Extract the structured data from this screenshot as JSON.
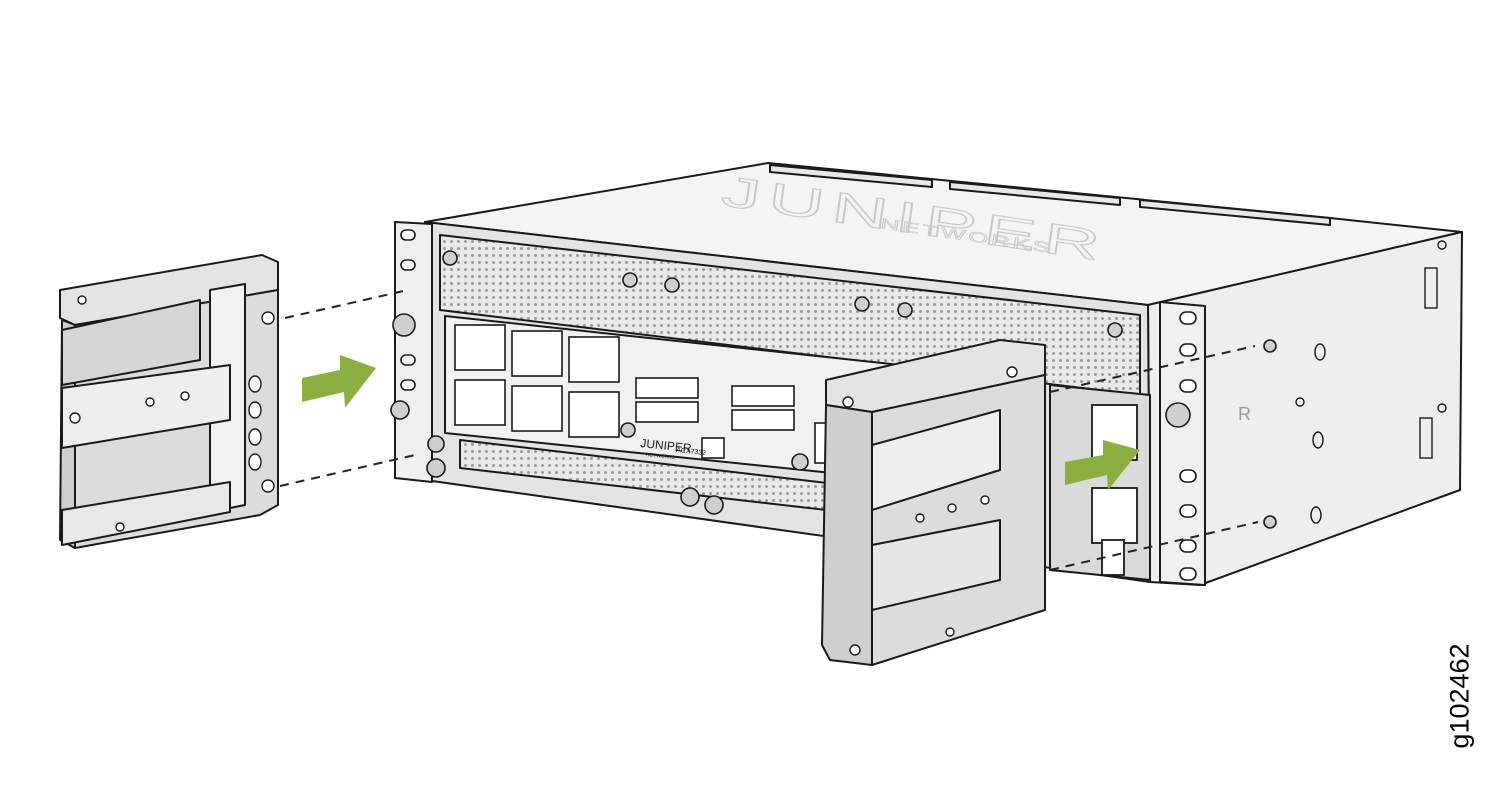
{
  "figure": {
    "id_label": "g102462"
  },
  "router": {
    "brand_panel_text": "JUNIPER",
    "brand_panel_subtext": "NETWORKS",
    "top_logo_text": "JUNIPER",
    "top_logo_subtext": "NETWORKS",
    "model_label": "ACX7332",
    "side_letter": "R"
  },
  "colors": {
    "line": "#1a1a1a",
    "chassis_top": "#f3f3f3",
    "chassis_front": "#e6e6e6",
    "bracket": "#dcdcdc",
    "arrow": "#8aae3f",
    "dash": "#222222"
  }
}
